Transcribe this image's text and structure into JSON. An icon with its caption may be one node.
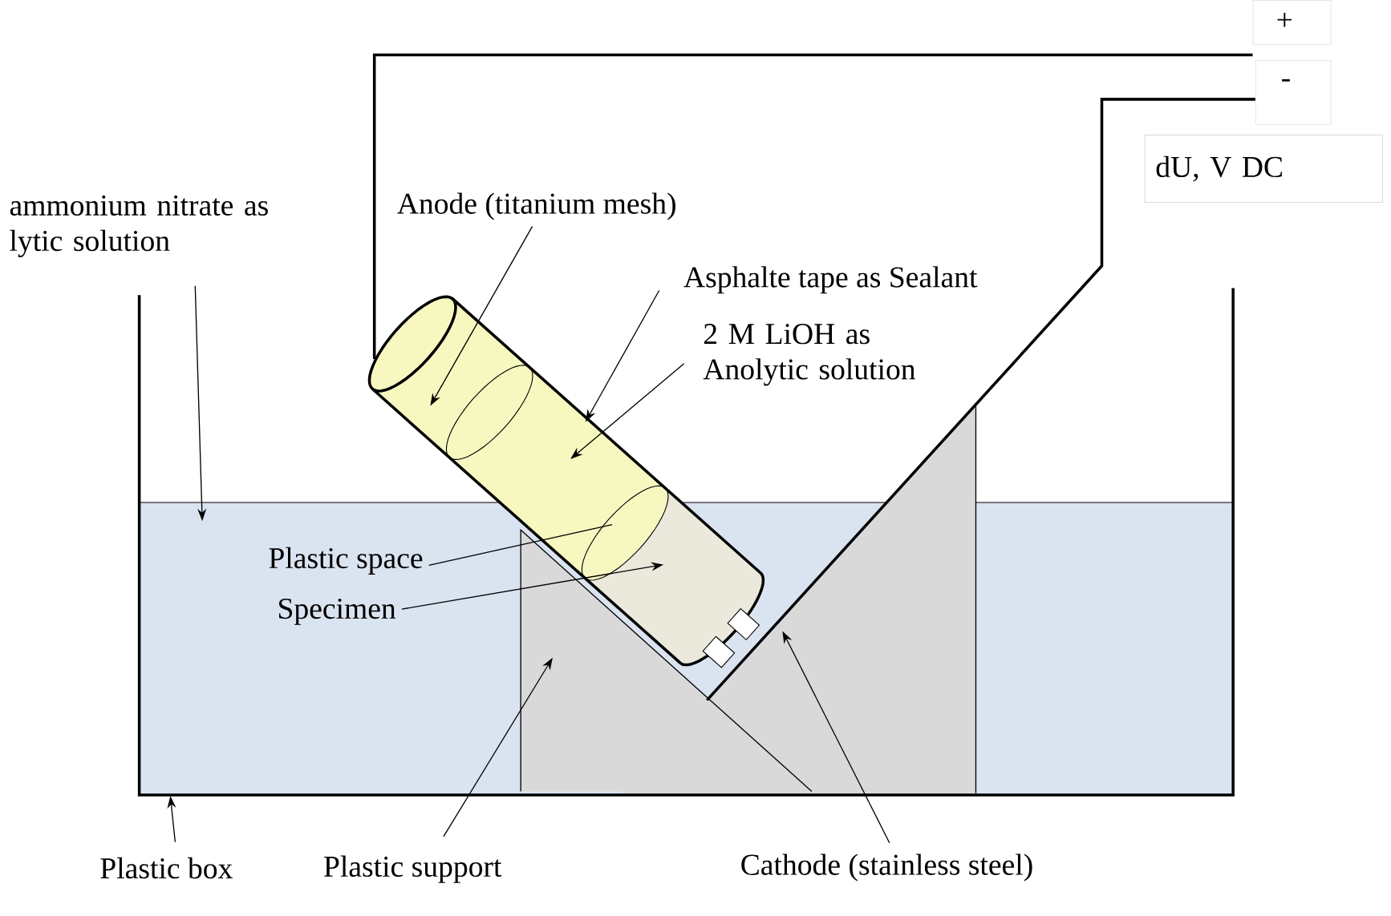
{
  "diagram": {
    "nodes": [
      {
        "text": [
          "ammonium nitrate as lytic solution"
        ]
      },
      {
        "text": [
          "Anode (titanium mesh)"
        ]
      },
      {
        "text": [
          "Asphalte tape as Sealant"
        ]
      },
      {
        "text": [
          "2 M LiOH as Anolytic solution"
        ]
      },
      {
        "text": [
          "Plastic space"
        ]
      },
      {
        "text": [
          "Specimen"
        ]
      },
      {
        "text": [
          "Plastic box"
        ]
      },
      {
        "text": [
          "Plastic support"
        ]
      },
      {
        "text": [
          "Cathode (stainless steel)"
        ]
      },
      {
        "text": [
          "dU, V DC"
        ]
      },
      {
        "text": [
          "+"
        ]
      },
      {
        "text": [
          "-"
        ]
      }
    ],
    "edges": [
      {
        "from": 0,
        "to": null,
        "arrow": "to"
      },
      {
        "from": 1,
        "to": null,
        "arrow": "to"
      },
      {
        "from": 2,
        "to": null,
        "arrow": "to"
      },
      {
        "from": 3,
        "to": null,
        "arrow": "to"
      },
      {
        "from": 4,
        "to": null,
        "arrow": "none"
      },
      {
        "from": 5,
        "to": null,
        "arrow": "to"
      },
      {
        "from": 6,
        "to": null,
        "arrow": "to"
      },
      {
        "from": 7,
        "to": null,
        "arrow": "to"
      },
      {
        "from": 8,
        "to": null,
        "arrow": "to"
      },
      {
        "from": 10,
        "to": null,
        "arrow": "none"
      },
      {
        "from": 11,
        "to": null,
        "arrow": "none"
      }
    ]
  }
}
